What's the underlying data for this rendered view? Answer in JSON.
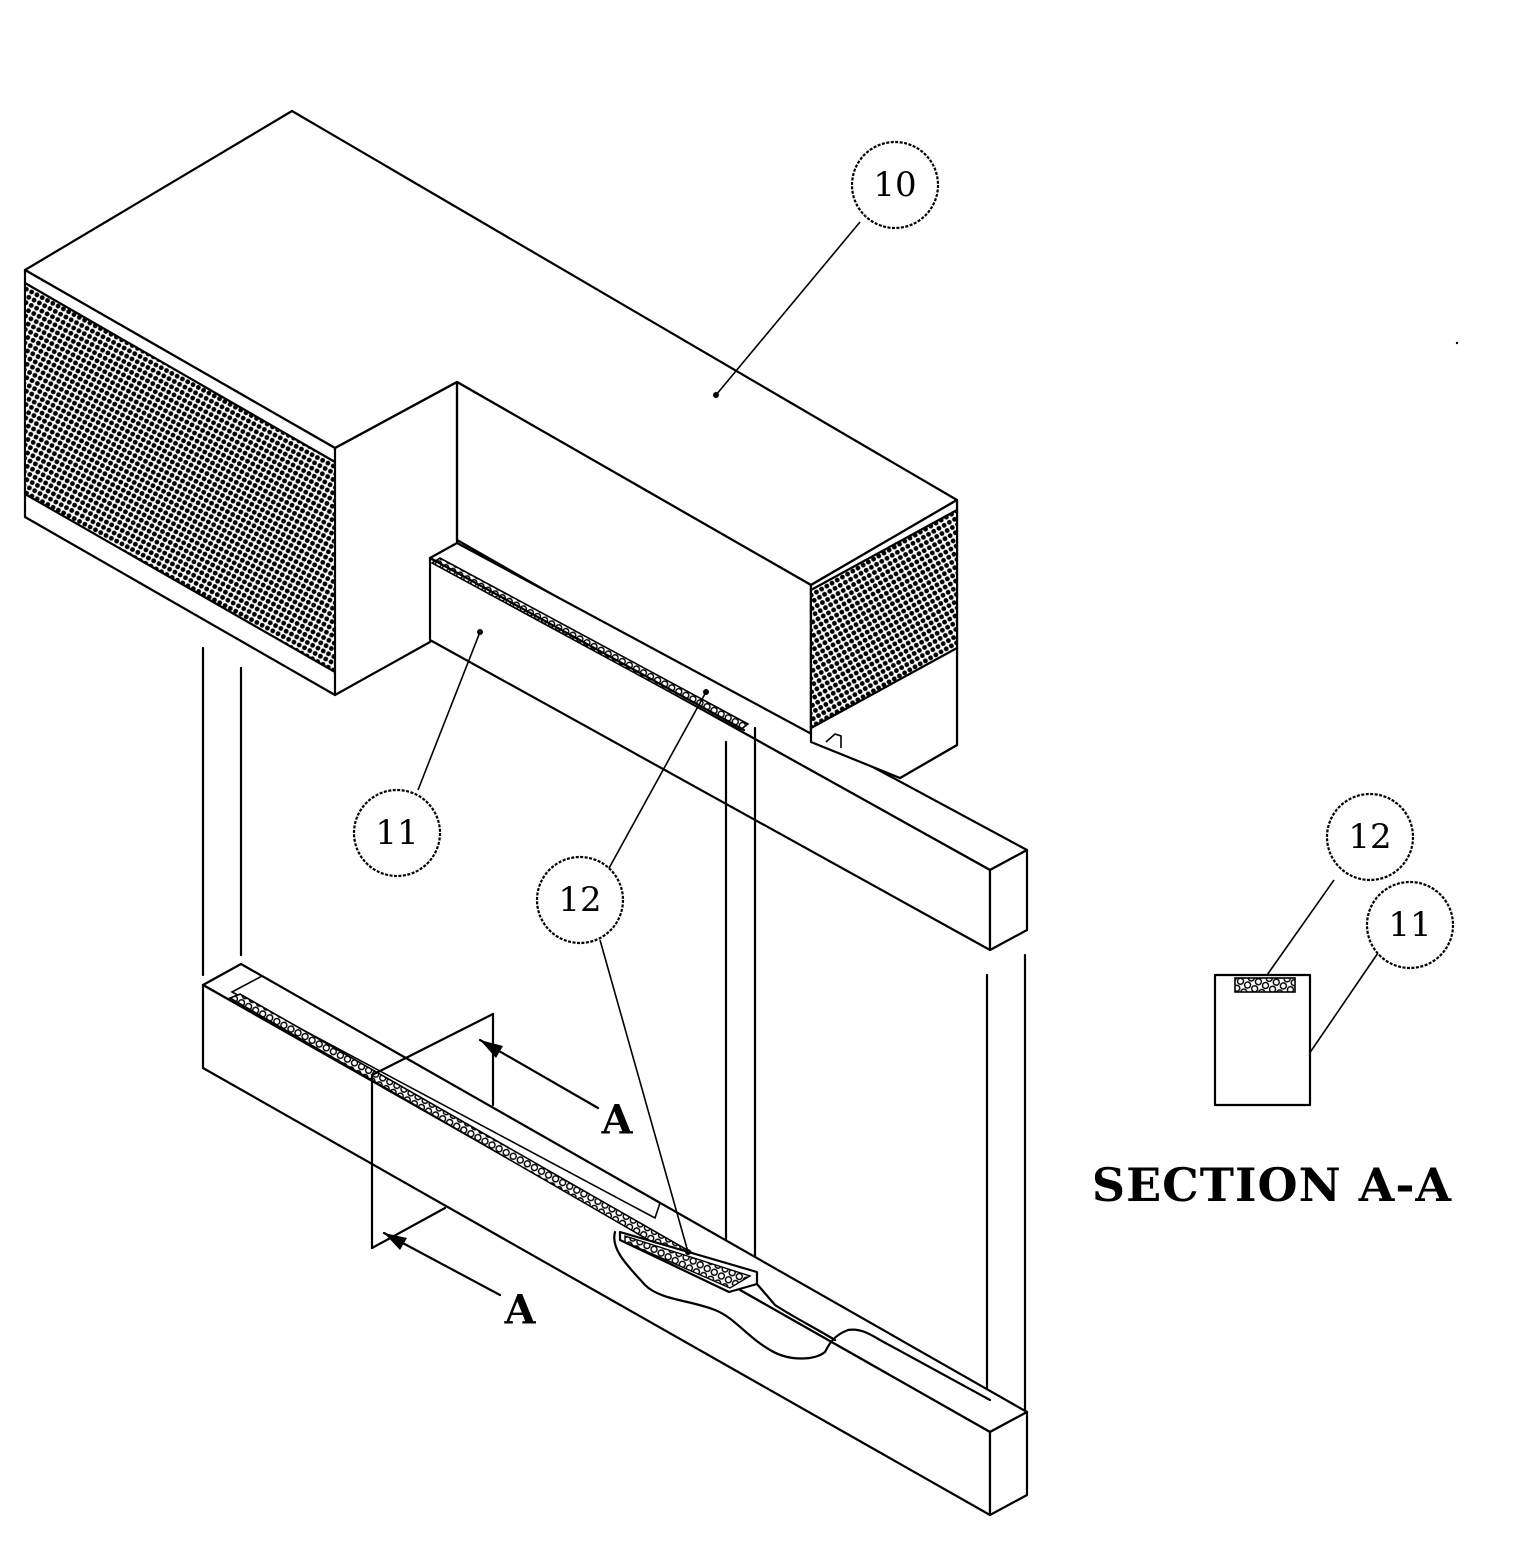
{
  "labels": {
    "ref_10": "10",
    "ref_11": "11",
    "ref_12": "12",
    "section_letter": "A",
    "caption": "SECTION A-A"
  },
  "colors": {
    "line": "#000000",
    "background": "#ffffff",
    "hatch": "#000000"
  }
}
